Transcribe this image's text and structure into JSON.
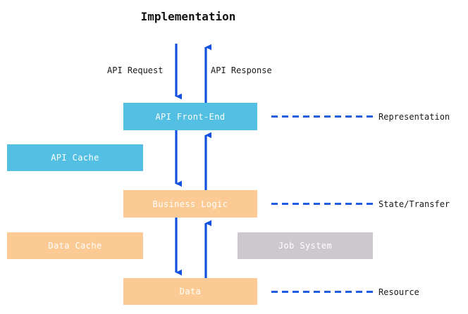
{
  "diagram": {
    "title": "Implementation",
    "accent_arrow_color": "#1450e0",
    "colors": {
      "representation_layer": "#52bfe3",
      "logic_layer": "#fbca95",
      "auxiliary": "#ccc8ce",
      "arrow": "#1450e0",
      "dashed_line": "#1f5fe0",
      "box_text": "#ffffff",
      "label_text": "#1a1a1a",
      "background": "#ffffff"
    },
    "boxes": [
      {
        "id": "api-front-end",
        "label": "API Front-End",
        "color": "#52bfe3"
      },
      {
        "id": "api-cache",
        "label": "API Cache",
        "color": "#52bfe3"
      },
      {
        "id": "business-logic",
        "label": "Business Logic",
        "color": "#fbca95"
      },
      {
        "id": "data-cache",
        "label": "Data Cache",
        "color": "#fbca95"
      },
      {
        "id": "job-system",
        "label": "Job System",
        "color": "#ccc8ce"
      },
      {
        "id": "data",
        "label": "Data",
        "color": "#fbca95"
      }
    ],
    "edge_labels": {
      "request": "API Request",
      "response": "API Response"
    },
    "tier_labels": [
      {
        "id": "representation",
        "label": "Representation"
      },
      {
        "id": "state-transfer",
        "label": "State/Transfer"
      },
      {
        "id": "resource",
        "label": "Resource"
      }
    ]
  }
}
